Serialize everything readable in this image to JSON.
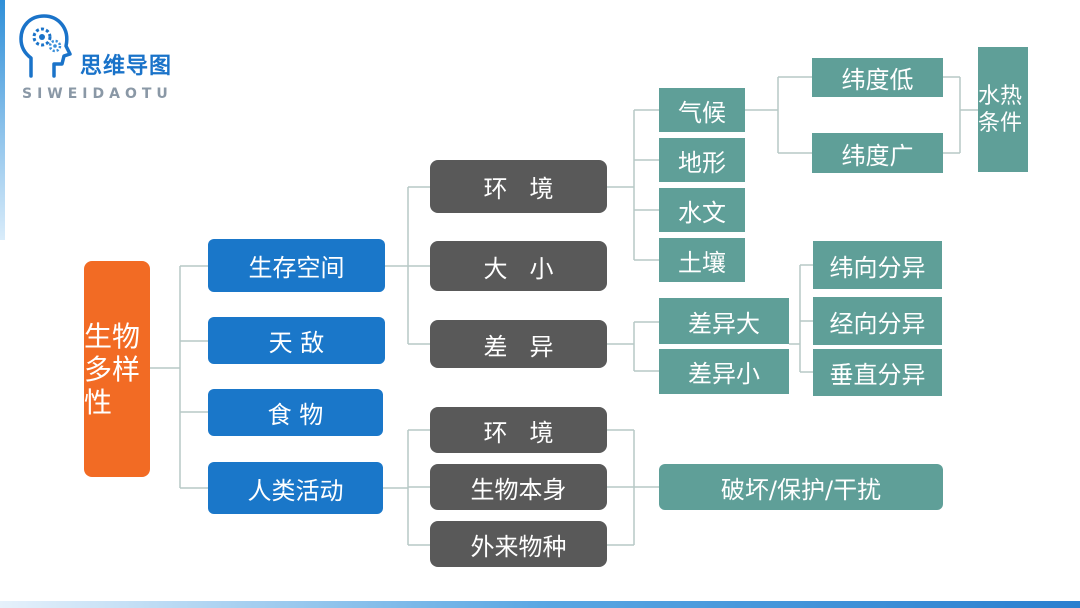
{
  "logo": {
    "icon": "gear-head-icon",
    "title": "思维导图",
    "subtitle": "SIWEIDAOTU"
  },
  "colors": {
    "root": "#f26b24",
    "level1": "#1a77c9",
    "level2": "#595959",
    "level3": "#5f9f98",
    "connector": "#b7c9c6"
  },
  "map": {
    "root": "生物多样性",
    "level1": [
      "生存空间",
      "天 敌",
      "食 物",
      "人类活动"
    ],
    "space": {
      "env": "环境",
      "size": "大小",
      "diff": "差异",
      "env_children": [
        "气候",
        "地形",
        "水文",
        "土壤"
      ],
      "climate_children": [
        "纬度低",
        "纬度广"
      ],
      "climate_result": "水热条件",
      "diff_children": [
        "差异大",
        "差异小"
      ],
      "diff_result": [
        "纬向分异",
        "经向分异",
        "垂直分异"
      ]
    },
    "human": {
      "children": [
        "环境",
        "生物本身",
        "外来物种"
      ],
      "result": "破坏/保护/干扰"
    }
  }
}
